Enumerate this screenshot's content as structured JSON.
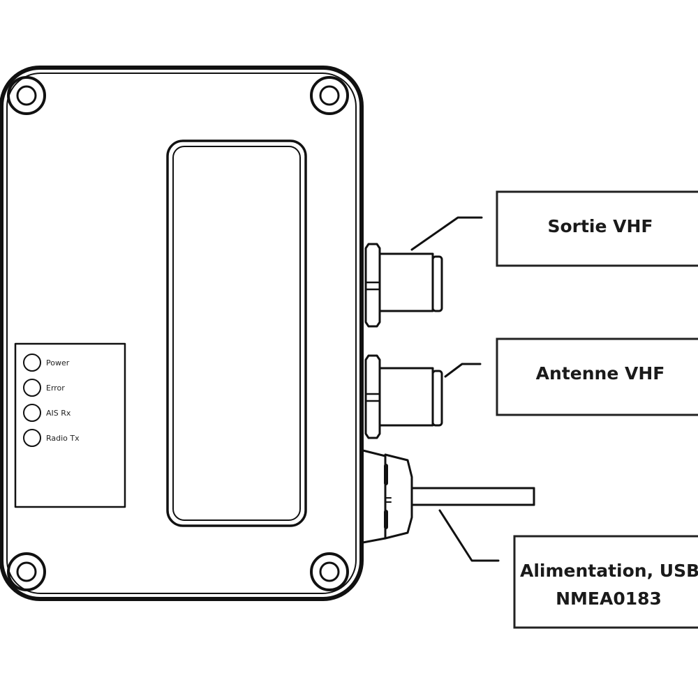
{
  "device": {
    "leds": [
      {
        "name": "power",
        "label": "Power"
      },
      {
        "name": "error",
        "label": "Error"
      },
      {
        "name": "ais-rx",
        "label": "AIS Rx"
      },
      {
        "name": "radio-tx",
        "label": "Radio Tx"
      }
    ]
  },
  "callouts": {
    "sortie_vhf": "Sortie VHF",
    "antenne_vhf": "Antenne VHF",
    "power_line1": "Alimentation, USB,",
    "power_line2": "NMEA0183"
  },
  "colors": {
    "stroke": "#111111",
    "background": "#ffffff"
  }
}
